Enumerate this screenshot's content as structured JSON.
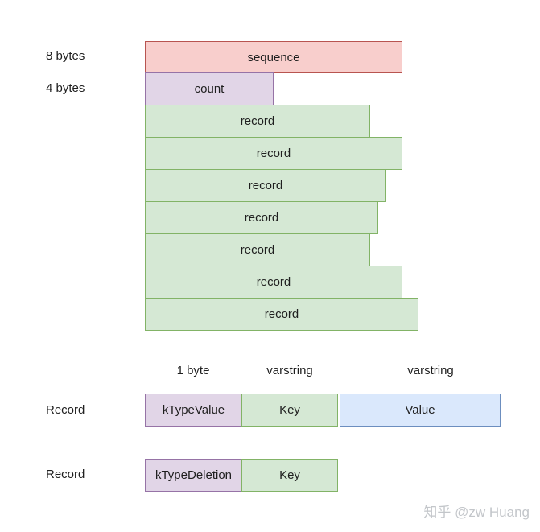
{
  "colors": {
    "background": "#ffffff",
    "red_fill": "#f8cecc",
    "red_stroke": "#b85450",
    "purple_fill": "#e1d5e7",
    "purple_stroke": "#9673a6",
    "green_fill": "#d5e8d4",
    "green_stroke": "#82b366",
    "blue_fill": "#dae8fc",
    "blue_stroke": "#6c8ebf",
    "text": "#1f1f1f",
    "watermark": "#c3c6ca"
  },
  "writebatch": {
    "size_labels": [
      "8 bytes",
      "4 bytes"
    ],
    "sequence_label": "sequence",
    "count_label": "count",
    "records": [
      "record",
      "record",
      "record",
      "record",
      "record",
      "record",
      "record"
    ]
  },
  "record_layout": {
    "headers": [
      "1 byte",
      "varstring",
      "varstring"
    ],
    "rows": [
      {
        "label": "Record",
        "cells": [
          "kTypeValue",
          "Key",
          "Value"
        ]
      },
      {
        "label": "Record",
        "cells": [
          "kTypeDeletion",
          "Key"
        ]
      }
    ]
  },
  "watermark": "知乎 @zw Huang"
}
